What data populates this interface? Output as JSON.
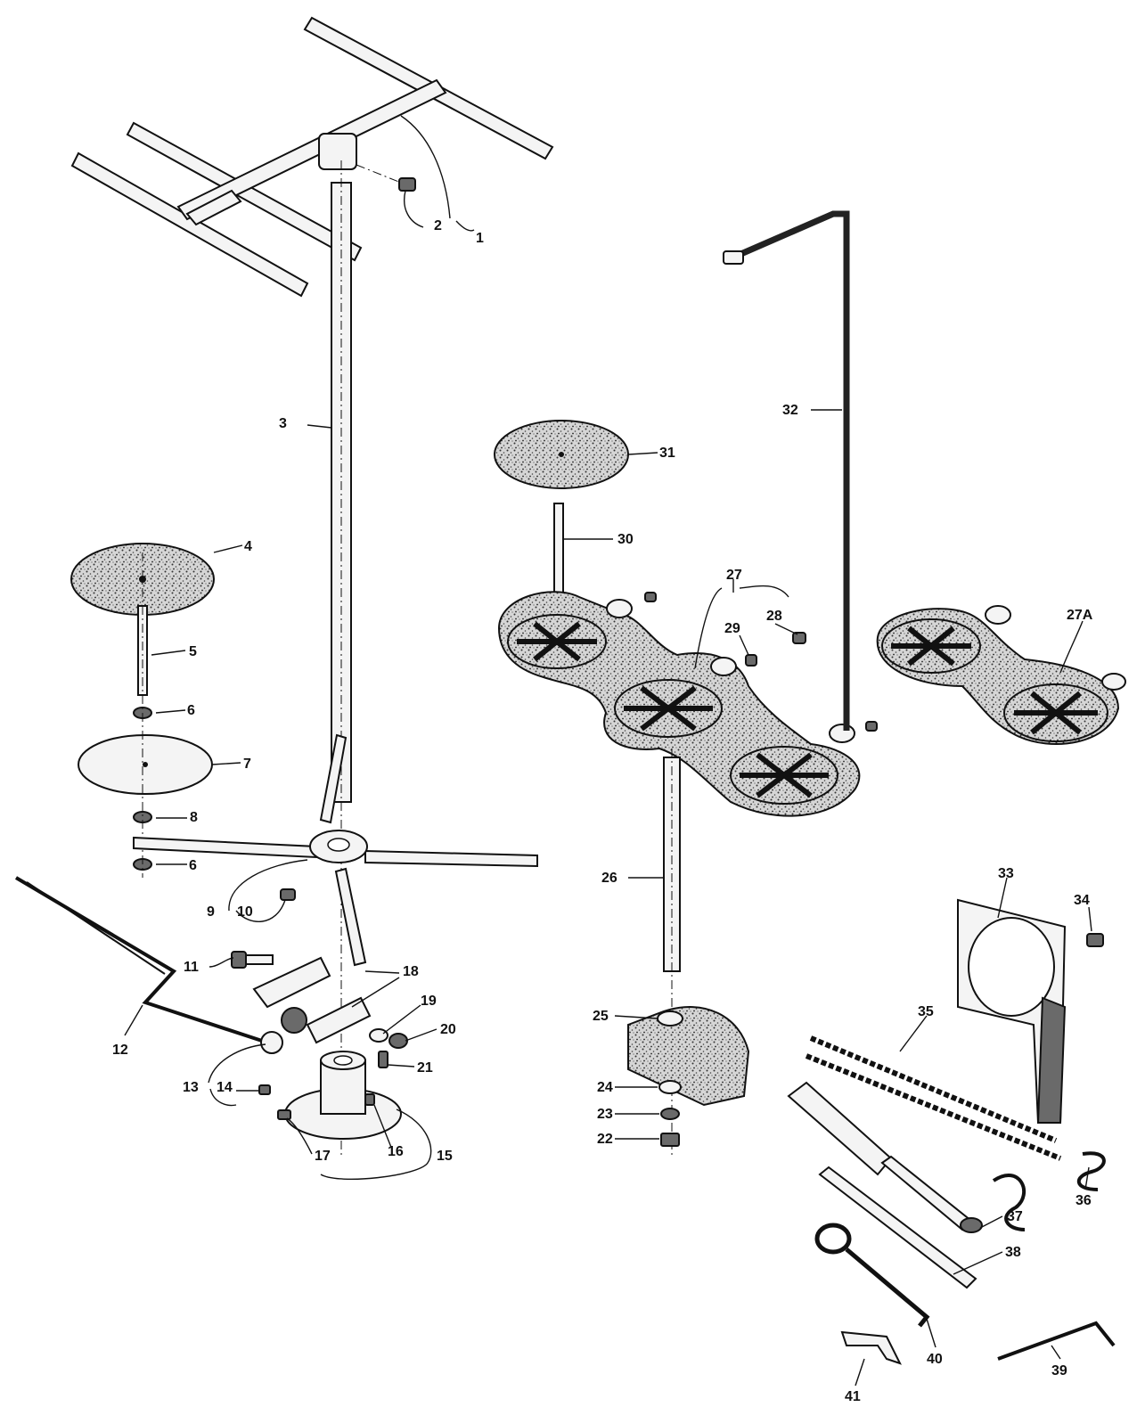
{
  "callouts": [
    "1",
    "2",
    "3",
    "4",
    "5",
    "6",
    "6",
    "7",
    "8",
    "9",
    "10",
    "11",
    "12",
    "13",
    "14",
    "15",
    "16",
    "17",
    "18",
    "19",
    "20",
    "21",
    "22",
    "23",
    "24",
    "25",
    "26",
    "27",
    "27A",
    "28",
    "29",
    "30",
    "31",
    "32",
    "33",
    "34",
    "35",
    "36",
    "37",
    "38",
    "39",
    "40",
    "41"
  ],
  "colors": {
    "ink": "#111111",
    "paper": "#ffffff"
  }
}
